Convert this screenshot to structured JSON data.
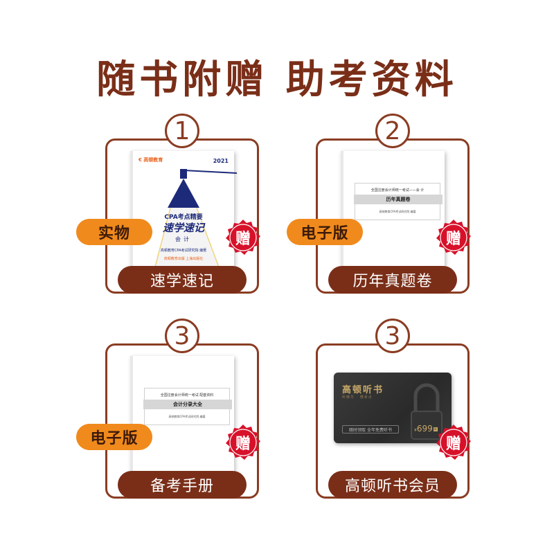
{
  "headline": "随书附赠  助考资料",
  "gift_label": "赠",
  "colors": {
    "brown": "#7a2e18",
    "orange": "#f08a1c",
    "red": "#d7112a"
  },
  "cards": [
    {
      "number": "1",
      "caption": "速学速记",
      "tag": "实物",
      "book": {
        "logo": "€ 高顿教育",
        "year": "2021",
        "sub": "CPA考点精要",
        "main": "速学速记",
        "subject": "会计",
        "author": "高顿教育CPA考试研究院  编著",
        "foot": "高顿教育出版  上海出版社"
      }
    },
    {
      "number": "2",
      "caption": "历年真题卷",
      "tag": "电子版",
      "book": {
        "line1": "全国注册会计师统一考试——会  计",
        "band": "历年真题卷",
        "line3": "高顿教育CPA考试研究院  编著"
      }
    },
    {
      "number": "3",
      "caption": "备考手册",
      "tag": "电子版",
      "book": {
        "line1": "全国注册会计师统一考试  配套资料",
        "band": "会计分录大全",
        "line3": "高顿教育CPA考试研究院  编著"
      }
    },
    {
      "number": "3",
      "caption": "高顿听书会员",
      "vip": {
        "title": "高顿听书",
        "tagline": "听精华  · 懂考点",
        "pill": "随时领取 全年免费听书",
        "price_symbol": "¥",
        "price": "699",
        "price_badge": "年"
      }
    }
  ]
}
